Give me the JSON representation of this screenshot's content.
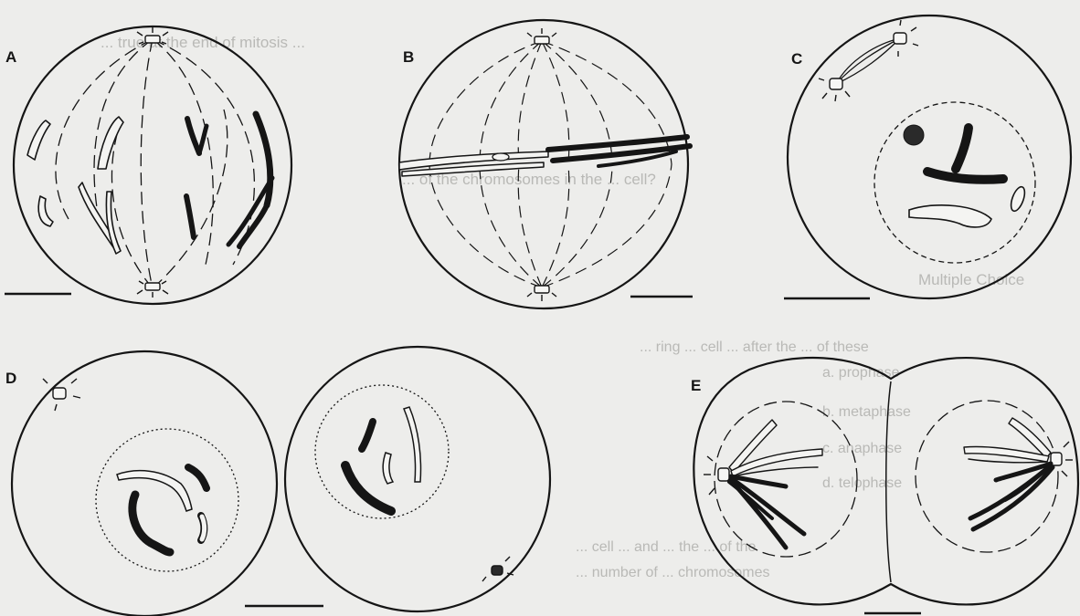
{
  "figure": {
    "panels": [
      {
        "id": "A",
        "label": "A"
      },
      {
        "id": "B",
        "label": "B"
      },
      {
        "id": "C",
        "label": "C"
      },
      {
        "id": "D",
        "label": "D"
      },
      {
        "id": "E",
        "label": "E"
      }
    ],
    "show_through_text": [
      "... true at the end of mitosis ...",
      "... of the chromosomes in the ... cell?",
      "Multiple Choice",
      "... ring ... cell ... after the ... of these",
      "a. prophase",
      "b. metaphase",
      "c. anaphase",
      "d. telophase",
      "... cell ... and ... the ... of the",
      "... number of ... chromosomes"
    ]
  },
  "colors": {
    "paper": "#ededeb",
    "ink": "#151515",
    "bleed": "#b9b9b6"
  }
}
